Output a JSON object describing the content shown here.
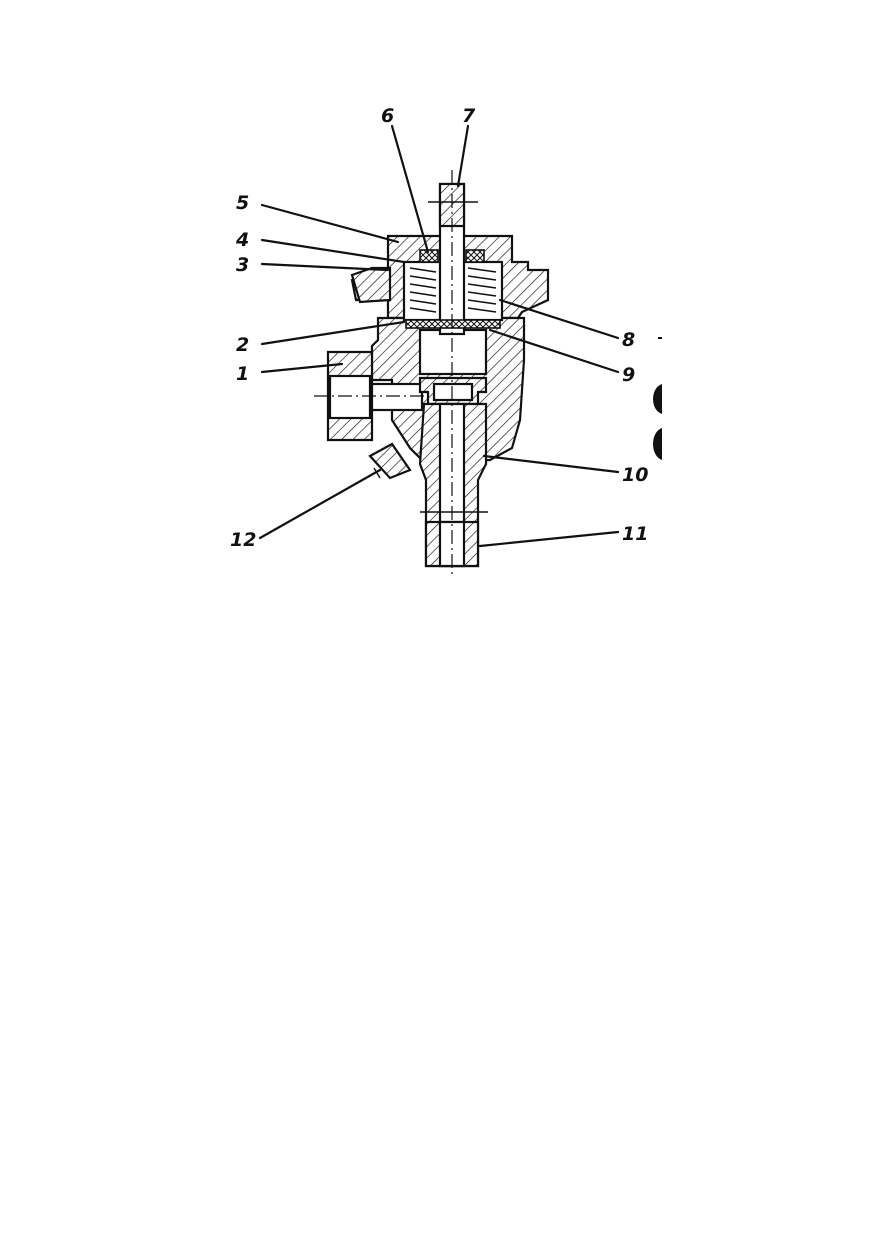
{
  "figure": {
    "callouts": [
      {
        "id": "1",
        "label": "1"
      },
      {
        "id": "2",
        "label": "2"
      },
      {
        "id": "3",
        "label": "3"
      },
      {
        "id": "4",
        "label": "4"
      },
      {
        "id": "5",
        "label": "5"
      },
      {
        "id": "6",
        "label": "6"
      },
      {
        "id": "7",
        "label": "7"
      },
      {
        "id": "8",
        "label": "8"
      },
      {
        "id": "9",
        "label": "9"
      },
      {
        "id": "10",
        "label": "10"
      },
      {
        "id": "11",
        "label": "11"
      },
      {
        "id": "12",
        "label": "12"
      }
    ]
  }
}
